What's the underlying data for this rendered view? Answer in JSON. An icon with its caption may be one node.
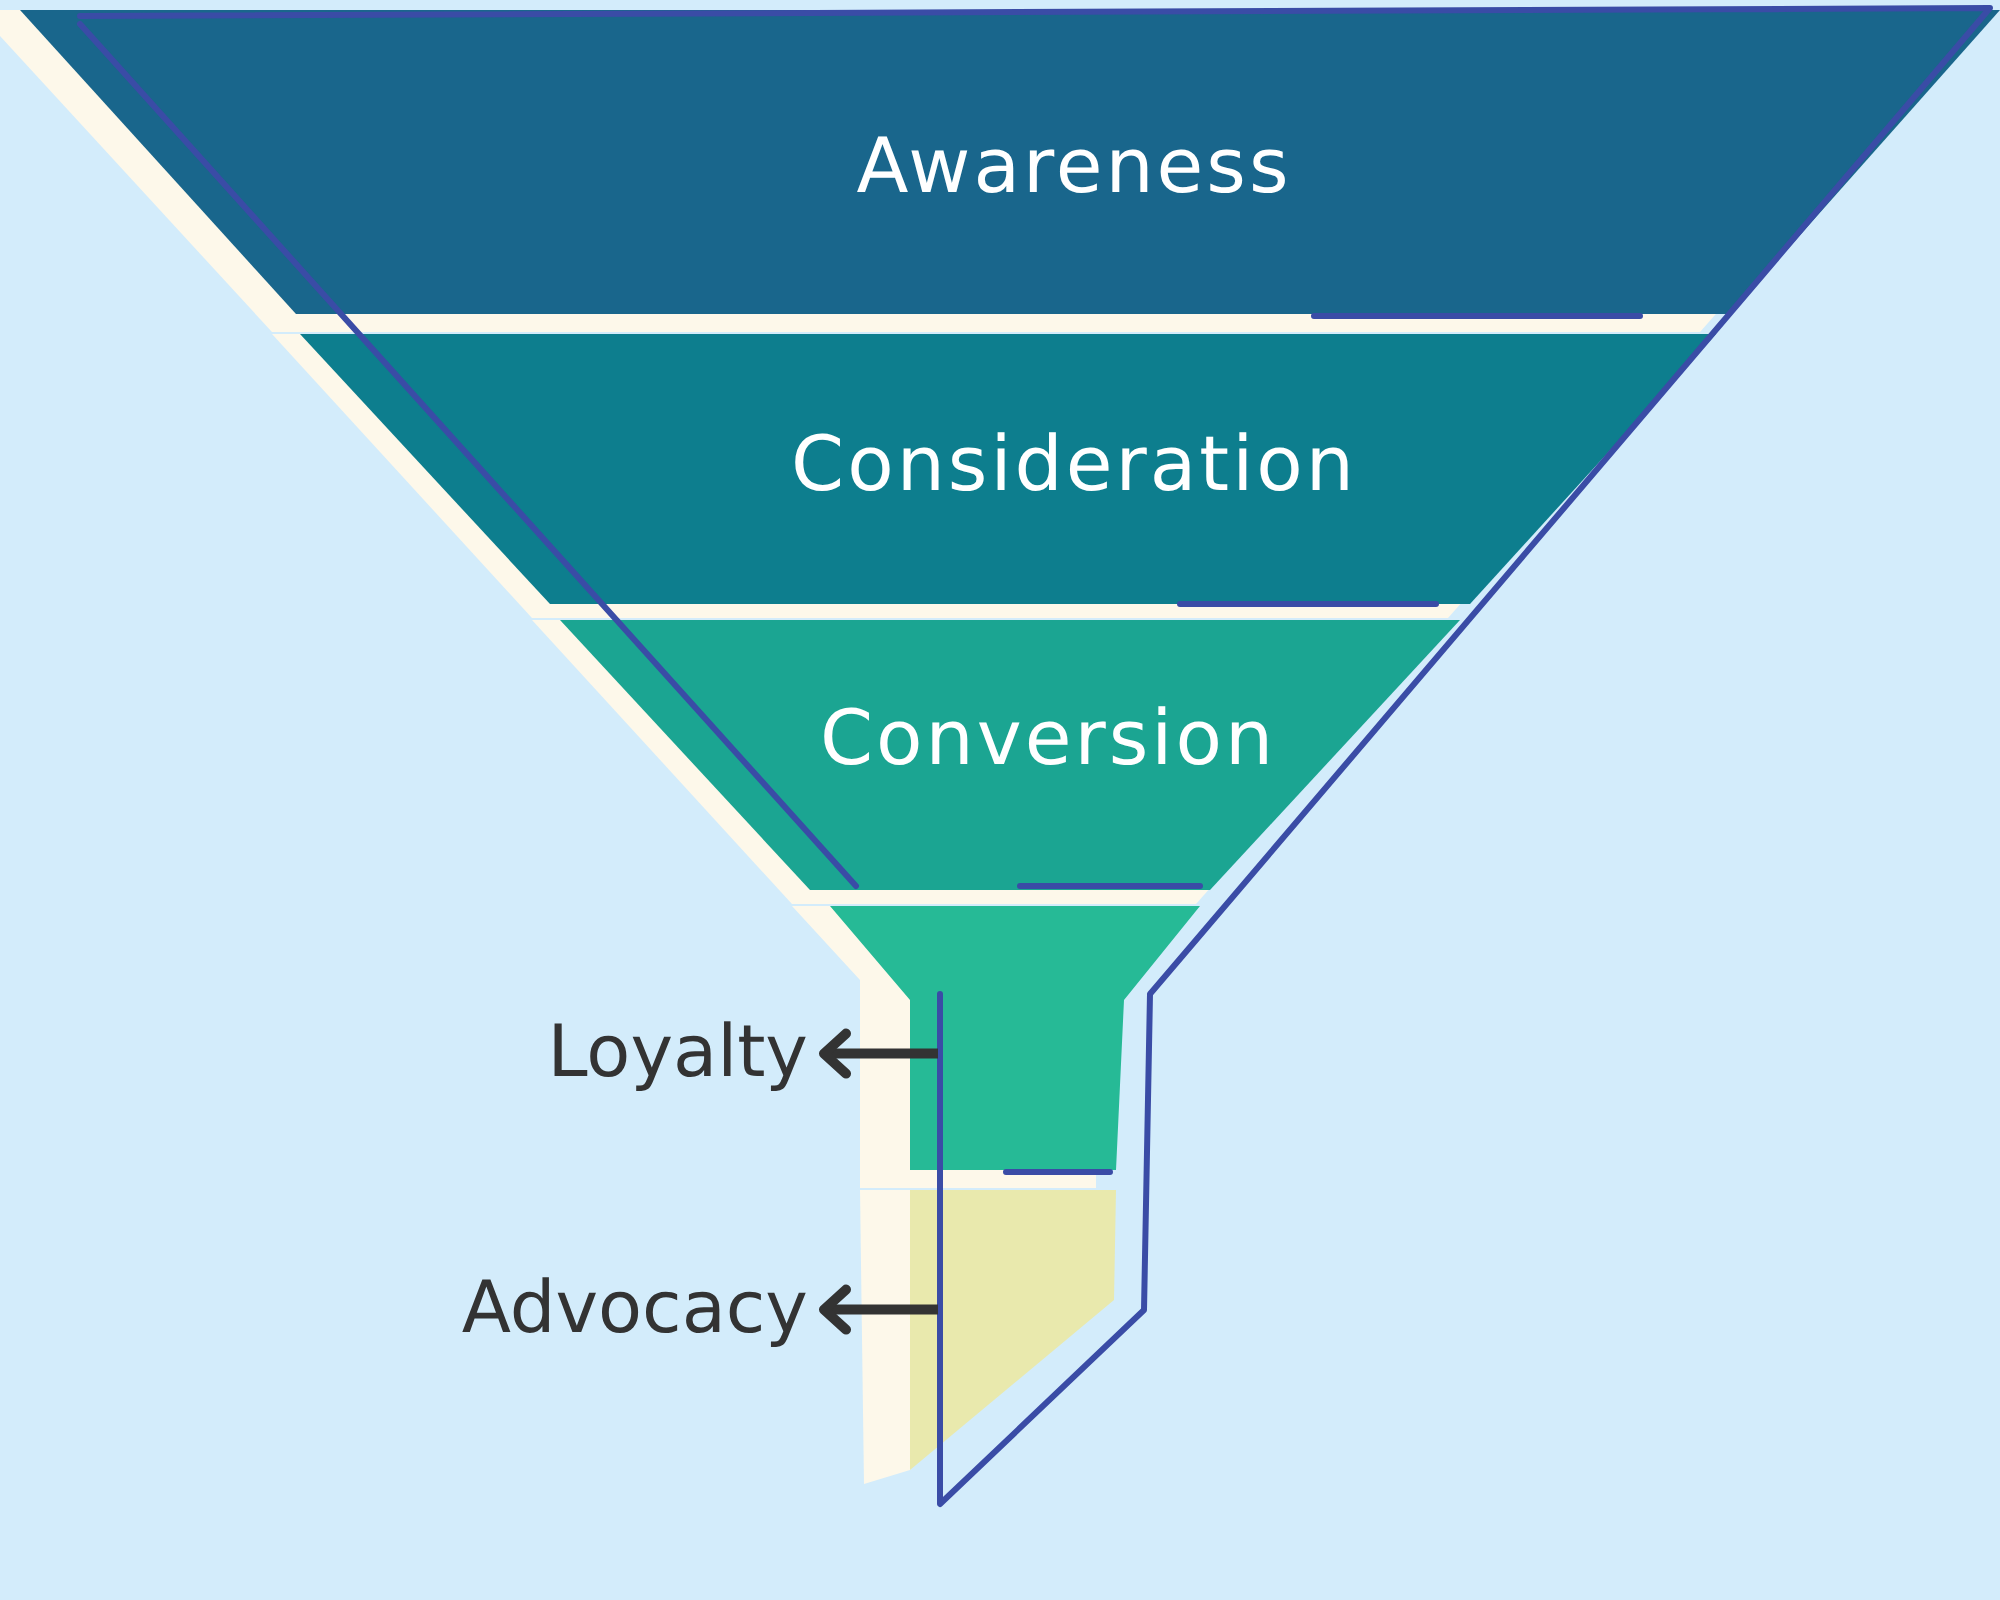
{
  "diagram": {
    "nodes": [
      {
        "text": [
          "Awareness"
        ]
      },
      {
        "text": [
          "Consideration"
        ]
      },
      {
        "text": [
          "Conversion"
        ]
      },
      {
        "text": [],
        "shape": "box"
      },
      {
        "text": [],
        "shape": "box"
      },
      {
        "text": [
          "Loyalty"
        ]
      },
      {
        "text": [
          "Advocacy"
        ]
      }
    ],
    "edges": [
      {
        "from": 3,
        "to": 5,
        "arrow": "to"
      },
      {
        "from": 4,
        "to": 6,
        "arrow": "to"
      }
    ]
  }
}
